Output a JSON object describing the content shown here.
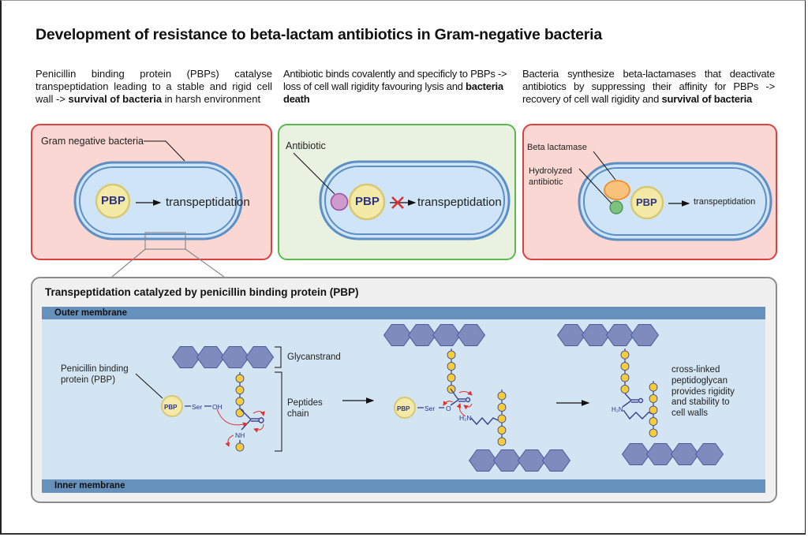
{
  "title": "Development of resistance to beta-lactam antibiotics in Gram-negative bacteria",
  "descriptions": [
    {
      "pre": "Penicillin binding protein (PBPs) catalyse transpeptidation leading to a stable and rigid cell wall -> ",
      "bold": "survival of bacteria",
      "post": " in harsh environment"
    },
    {
      "pre": "Antibiotic binds covalently and specificly to PBPs -> loss of cell wall rigidity favouring lysis and ",
      "bold": "bacteria death",
      "post": ""
    },
    {
      "pre": "Bacteria synthesize beta-lactamases that deactivate antibiotics by suppressing their affinity for PBPs -> recovery of cell wall rigidity and ",
      "bold": "survival of bacteria",
      "post": ""
    }
  ],
  "panels": {
    "normal": {
      "label": "Gram negative bacteria",
      "pbp": "PBP",
      "process": "transpeptidation"
    },
    "antibiotic": {
      "label": "Antibiotic",
      "pbp": "PBP",
      "process": "transpeptidation"
    },
    "resistance": {
      "label_enzyme": "Beta lactamase",
      "label_hydrolyzed": "Hydrolyzed antibiotic",
      "pbp": "PBP",
      "process": "transpeptidation"
    }
  },
  "detail": {
    "title": "Transpeptidation catalyzed by penicillin binding protein (PBP)",
    "outer_membrane": "Outer membrane",
    "inner_membrane": "Inner membrane",
    "pbp_label": "Penicillin binding protein (PBP)",
    "glycan_label": "Glycanstrand",
    "peptide_label": "Peptides chain",
    "pbp": "PBP",
    "ser": "Ser",
    "oh": "OH",
    "o": "O",
    "nh": "NH",
    "h2n": "H₂N",
    "result_text": "cross-linked peptidoglycan provides rigidity and stability to cell walls"
  },
  "colors": {
    "red_border": "#d9413f",
    "green_border": "#5bb84a",
    "membrane": "#6791bd",
    "cell": "#cfe4f7",
    "pbp_fill": "#f3eaa8",
    "glycan": "#7f8bbd",
    "peptide": "#f5cd3a"
  }
}
